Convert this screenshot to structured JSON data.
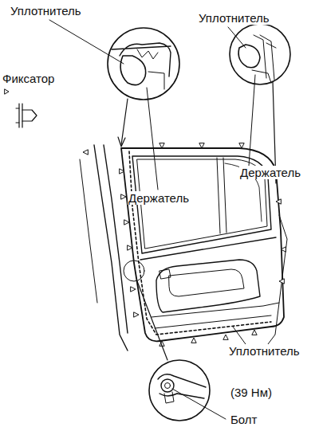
{
  "diagram": {
    "labels": [
      "Уплотнитель",
      "Фиксатор",
      "Уплотнитель",
      "Держатель",
      "Держатель",
      "Уплотнитель",
      "(39 Нм)",
      "Болт"
    ]
  }
}
